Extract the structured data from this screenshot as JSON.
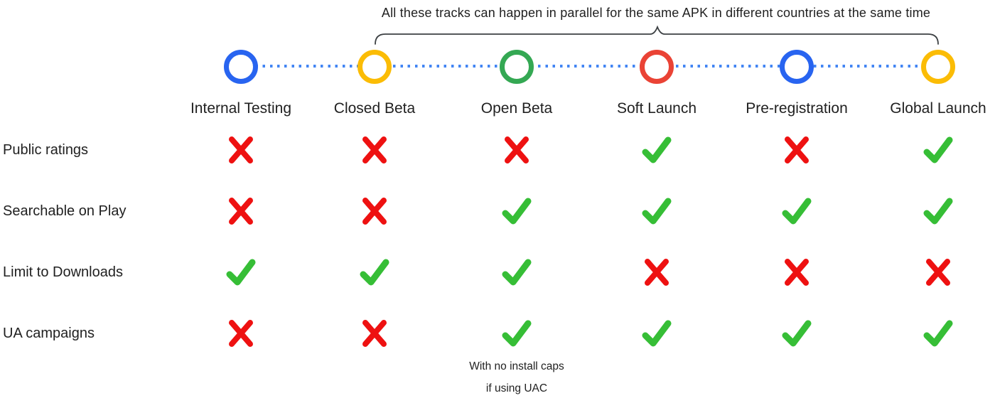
{
  "annotation": {
    "text": "All these tracks can happen in parallel for the same APK in different countries at the same time"
  },
  "timeline": {
    "stages": [
      {
        "label": "Internal Testing",
        "circle_color": "#2864F0"
      },
      {
        "label": "Closed Beta",
        "circle_color": "#FBBC05"
      },
      {
        "label": "Open Beta",
        "circle_color": "#34A853"
      },
      {
        "label": "Soft Launch",
        "circle_color": "#EA4335"
      },
      {
        "label": "Pre-registration",
        "circle_color": "#2864F0"
      },
      {
        "label": "Global Launch",
        "circle_color": "#FBBC05"
      }
    ],
    "connector_color": "#4285F4",
    "brace_color": "#3C4043"
  },
  "matrix": {
    "check_color": "#36BE36",
    "cross_color": "#EE1111",
    "rows": [
      {
        "label": "Public ratings",
        "marks": [
          "cross",
          "cross",
          "cross",
          "check",
          "cross",
          "check"
        ]
      },
      {
        "label": "Searchable on Play",
        "marks": [
          "cross",
          "cross",
          "check",
          "check",
          "check",
          "check"
        ]
      },
      {
        "label": "Limit to Downloads",
        "marks": [
          "check",
          "check",
          "check",
          "cross",
          "cross",
          "cross"
        ]
      },
      {
        "label": "UA campaigns",
        "marks": [
          "cross",
          "cross",
          "check",
          "check",
          "check",
          "check"
        ]
      }
    ]
  },
  "footnote": {
    "lines": [
      "With no install caps",
      "if using UAC"
    ]
  },
  "colors": {
    "text": "#212121",
    "background": "#FFFFFF"
  }
}
